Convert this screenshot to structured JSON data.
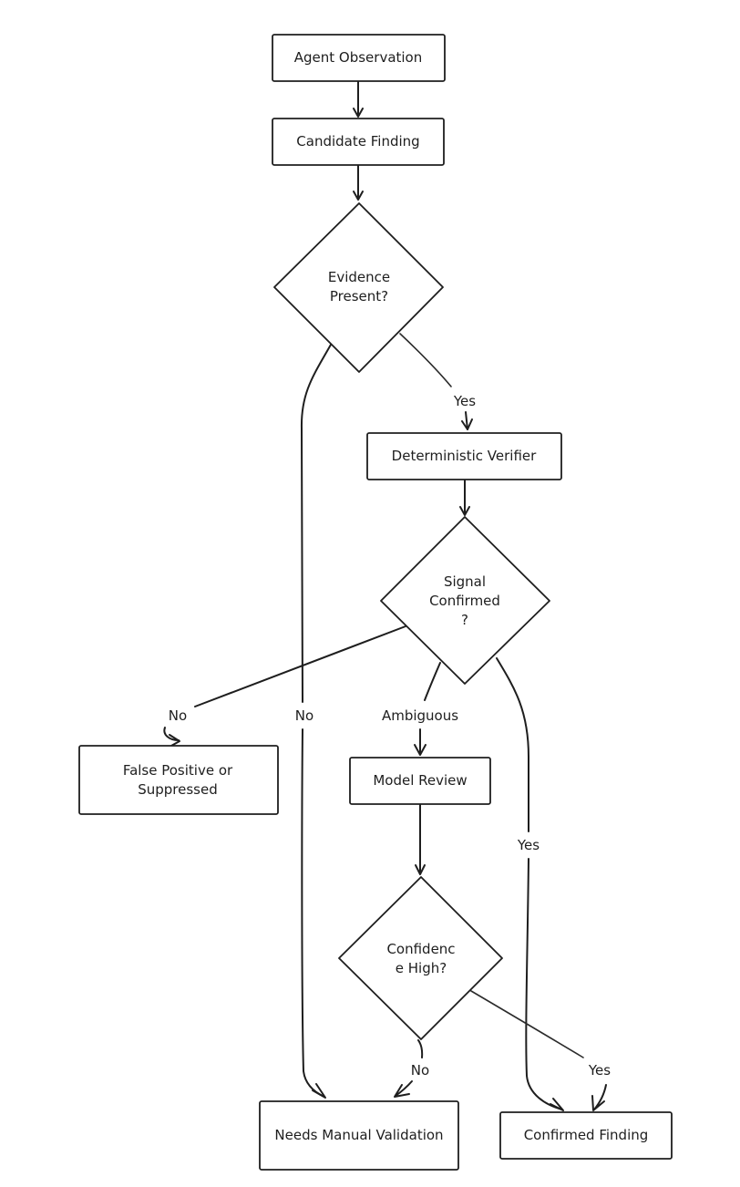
{
  "nodes": {
    "agent_observation": {
      "lines": [
        "Agent Observation"
      ]
    },
    "candidate_finding": {
      "lines": [
        "Candidate Finding"
      ]
    },
    "evidence_present": {
      "lines": [
        "Evidence",
        "Present?"
      ]
    },
    "deterministic_verifier": {
      "lines": [
        "Deterministic Verifier"
      ]
    },
    "signal_confirmed": {
      "lines": [
        "Signal",
        "Confirmed",
        "?"
      ]
    },
    "false_positive": {
      "lines": [
        "False Positive or",
        "Suppressed"
      ]
    },
    "model_review": {
      "lines": [
        "Model Review"
      ]
    },
    "confidence_high": {
      "lines": [
        "Confidenc",
        "e High?"
      ]
    },
    "needs_manual_validation": {
      "lines": [
        "Needs Manual Validation"
      ]
    },
    "confirmed_finding": {
      "lines": [
        "Confirmed Finding"
      ]
    }
  },
  "edge_labels": {
    "evidence_yes": "Yes",
    "evidence_no": "No",
    "signal_no": "No",
    "signal_ambiguous": "Ambiguous",
    "signal_yes": "Yes",
    "confidence_no": "No",
    "confidence_yes": "Yes"
  }
}
